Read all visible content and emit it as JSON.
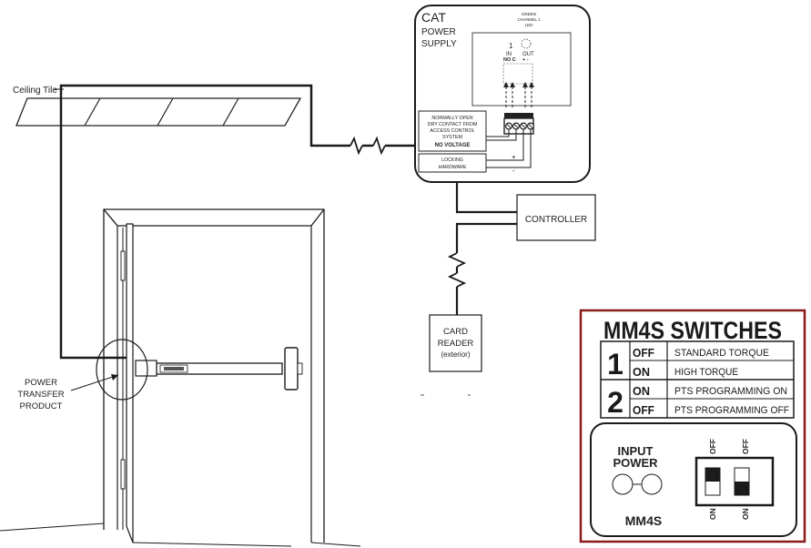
{
  "labels": {
    "ceiling_tile": "Ceiling Tile",
    "cat_title": "CAT",
    "cat_power": "POWER",
    "cat_supply": "SUPPLY",
    "green_led_1": "GREEN",
    "green_led_2": "CHANNEL 1",
    "green_led_3": "LED",
    "ch_num": "1",
    "in_label": "IN",
    "out_label": "OUT",
    "no_c_label": "NO C",
    "plus_minus": "+ -",
    "dry_contact_1": "NORMALLY OPEN",
    "dry_contact_2": "DRY CONTACT FROM",
    "dry_contact_3": "ACCESS CONTROL",
    "dry_contact_4": "SYSTEM",
    "no_voltage": "NO VOLTAGE",
    "locking_1": "LOCKING",
    "locking_2": "HARDWARE",
    "plus": "+",
    "minus": "-",
    "controller": "CONTROLLER",
    "card_reader_1": "CARD",
    "card_reader_2": "READER",
    "card_reader_3": "(exterior)",
    "ptp_1": "POWER",
    "ptp_2": "TRANSFER",
    "ptp_3": "PRODUCT"
  },
  "switches": {
    "title": "MM4S SWITCHES",
    "rows": [
      {
        "num": "1",
        "state": "OFF",
        "desc": "STANDARD TORQUE"
      },
      {
        "num": "",
        "state": "ON",
        "desc": "HIGH TORQUE"
      },
      {
        "num": "2",
        "state": "ON",
        "desc": "PTS PROGRAMMING ON"
      },
      {
        "num": "",
        "state": "OFF",
        "desc": "PTS PROGRAMMING OFF"
      }
    ],
    "input_power_1": "INPUT",
    "input_power_2": "POWER",
    "module_name": "MM4S",
    "off_label": "OFF",
    "on_label": "ON",
    "dip_1": "1",
    "dip_2": "2"
  },
  "colors": {
    "panel_border": "#8b1a1a",
    "line": "#1a1a1a"
  }
}
